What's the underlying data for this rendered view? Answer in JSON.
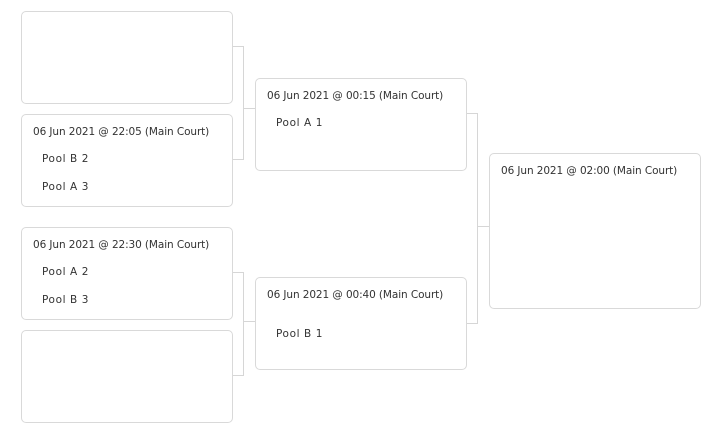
{
  "bracket": {
    "round1": [
      {
        "time": "",
        "teams": []
      },
      {
        "time": "06 Jun 2021 @ 22:05 (Main Court)",
        "teams": [
          "Pool B 2",
          "Pool A 3"
        ]
      },
      {
        "time": "06 Jun 2021 @ 22:30 (Main Court)",
        "teams": [
          "Pool A 2",
          "Pool B 3"
        ]
      },
      {
        "time": "",
        "teams": []
      }
    ],
    "round2": [
      {
        "time": "06 Jun 2021 @ 00:15 (Main Court)",
        "teams": [
          "Pool A 1"
        ]
      },
      {
        "time": "06 Jun 2021 @ 00:40 (Main Court)",
        "teams": [
          "Pool B 1"
        ]
      }
    ],
    "final": {
      "time": "06 Jun 2021 @ 02:00 (Main Court)",
      "teams": []
    }
  }
}
